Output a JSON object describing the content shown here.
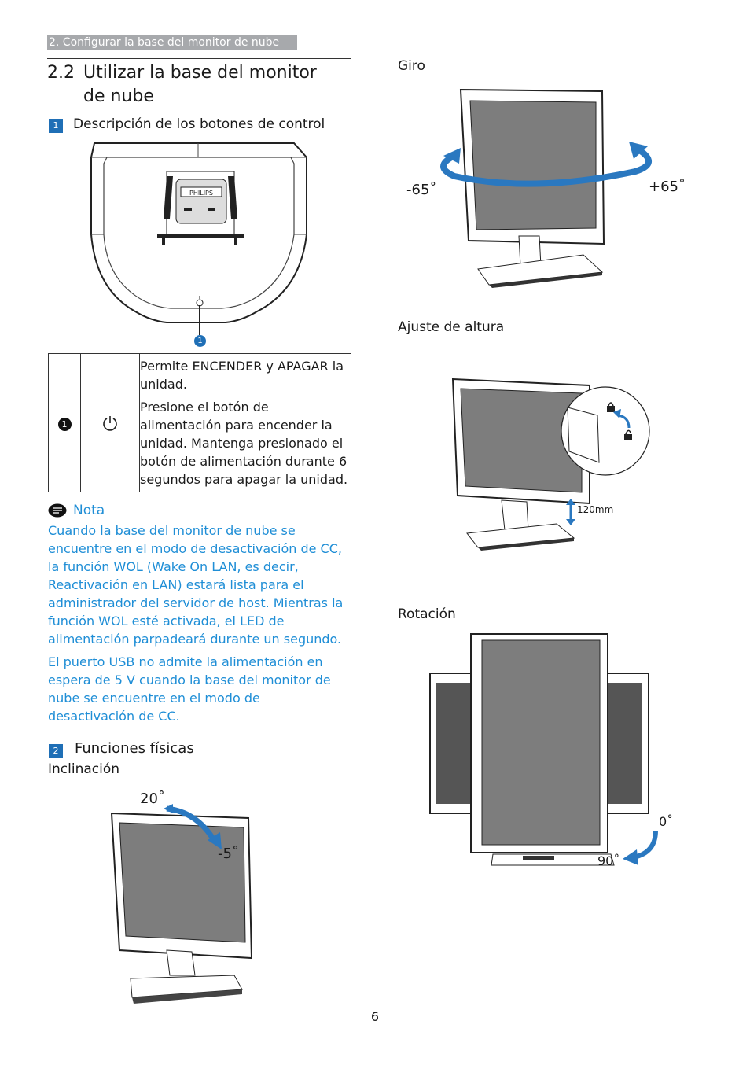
{
  "header": {
    "breadcrumb": "2. Configurar la base del monitor de nube",
    "section_number": "2.2",
    "section_title": "Utilizar la base del monitor de nube"
  },
  "control_buttons": {
    "number": "1",
    "title": "Descripción de los botones de control",
    "callout": "1",
    "table": {
      "row_number": "1",
      "icon": "power-icon",
      "text_1": "Permite ENCENDER y APAGAR la unidad.",
      "text_2": "Presione el botón de alimentación para encender la unidad. Mantenga presionado el botón de alimentación durante 6 segundos para apagar la unidad."
    }
  },
  "note": {
    "label": "Nota",
    "paragraph_1": "Cuando la base del monitor de nube se encuentre en el modo de desactivación de CC, la función WOL (Wake On LAN, es decir, Reactivación en LAN) estará lista para el administrador del servidor de host. Mientras la función WOL esté activada, el LED de alimentación parpadeará durante un segundo.",
    "paragraph_2": "El puerto USB no admite la alimentación en espera de 5 V cuando la base del monitor de nube se encuentre en el modo de desactivación de CC."
  },
  "physical_functions": {
    "number": "2",
    "title": "Funciones físicas",
    "tilt": {
      "label": "Inclinación",
      "angle_up": "20˚",
      "angle_down": "-5˚"
    },
    "swivel": {
      "label": "Giro",
      "angle_left": "-65˚",
      "angle_right": "+65˚"
    },
    "height": {
      "label": "Ajuste de altura",
      "range": "120mm"
    },
    "pivot": {
      "label": "Rotación",
      "angle_start": "0˚",
      "angle_end": "90˚"
    }
  },
  "colors": {
    "accent": "#1f6fb6",
    "note": "#1f8ed6",
    "arrow": "#2a78c0",
    "screen": "#7d7d7d"
  },
  "page_number": "6"
}
